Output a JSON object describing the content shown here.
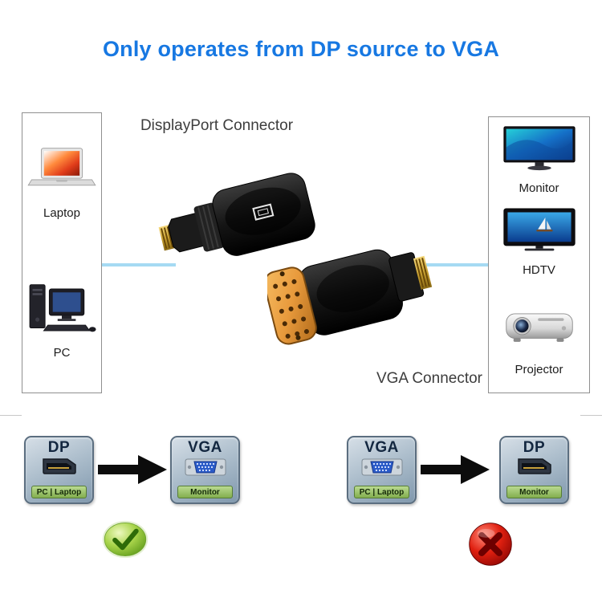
{
  "title": "Only operates from DP source to VGA",
  "center": {
    "dp_label": "DisplayPort Connector",
    "vga_label": "VGA Connector"
  },
  "left_panel": {
    "items": [
      {
        "label": "Laptop"
      },
      {
        "label": "PC"
      }
    ]
  },
  "right_panel": {
    "items": [
      {
        "label": "Monitor"
      },
      {
        "label": "HDTV"
      },
      {
        "label": "Projector"
      }
    ]
  },
  "diagrams": {
    "correct": {
      "source_type": "DP",
      "source_device": "PC | Laptop",
      "target_type": "VGA",
      "target_device": "Monitor",
      "result_icon": "check-icon"
    },
    "wrong": {
      "source_type": "VGA",
      "source_device": "PC | Laptop",
      "target_type": "DP",
      "target_device": "Monitor",
      "result_icon": "cross-icon"
    }
  },
  "colors": {
    "title_blue": "#1778e2",
    "line_blue": "#a5daf3",
    "check_green": "#4e8d10",
    "cross_red": "#c01010",
    "connector_gold": "#caa233",
    "vga_orange": "#e89a3c",
    "device_label_green": "#83ae4f",
    "steel_box": "#aebfcd"
  }
}
